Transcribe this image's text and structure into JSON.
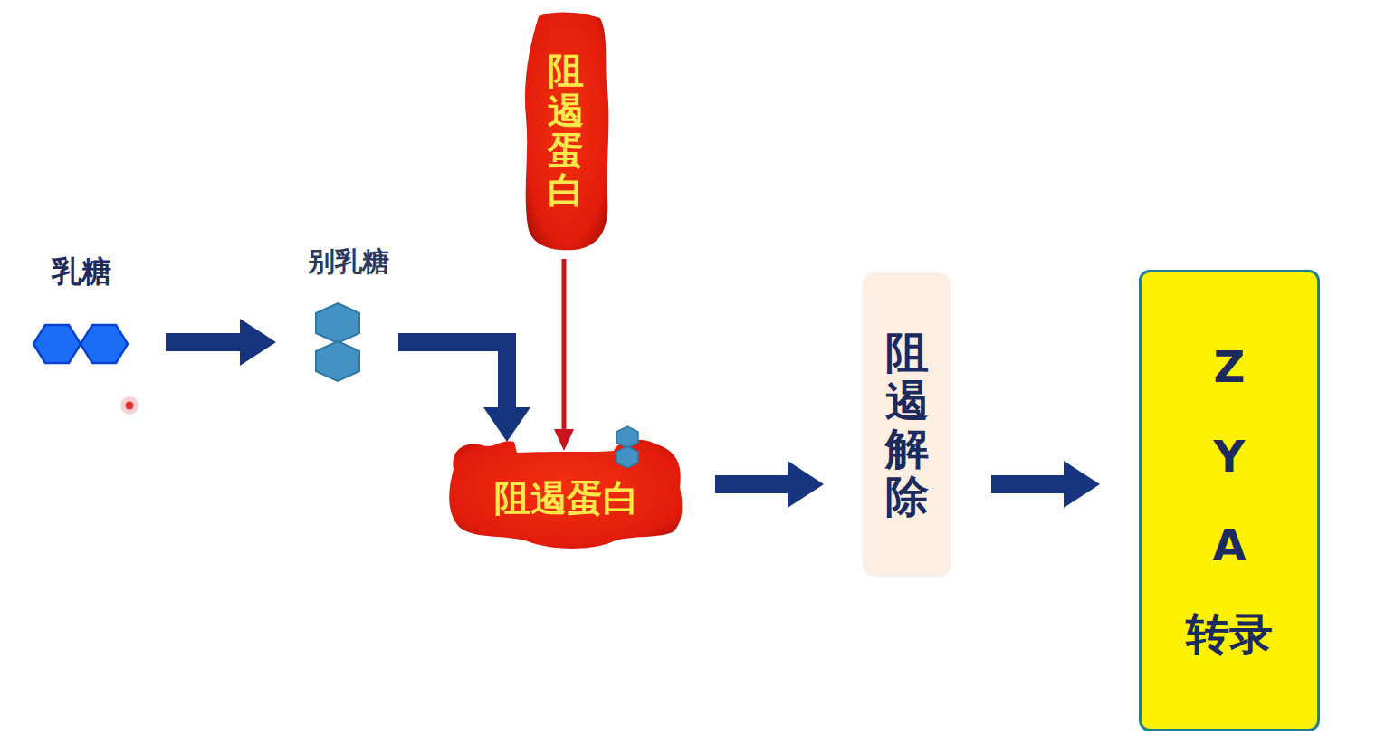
{
  "diagram": {
    "nodes": [
      {
        "text": [
          "乳糖"
        ]
      },
      {
        "text": [
          "别乳糖"
        ]
      },
      {
        "text": [
          "阻遏蛋白"
        ]
      },
      {
        "text": [
          "阻遏蛋白"
        ]
      },
      {
        "text": [
          "阻遏解除"
        ]
      },
      {
        "text": [
          "Z Y A 转录"
        ]
      }
    ],
    "edges": [
      {
        "from": 0,
        "to": 1,
        "arrow": "to"
      },
      {
        "from": 1,
        "to": 3,
        "arrow": "to"
      },
      {
        "from": 2,
        "to": 3,
        "arrow": "to"
      },
      {
        "from": 3,
        "to": 4,
        "arrow": "to"
      },
      {
        "from": 4,
        "to": 5,
        "arrow": "to"
      }
    ]
  }
}
